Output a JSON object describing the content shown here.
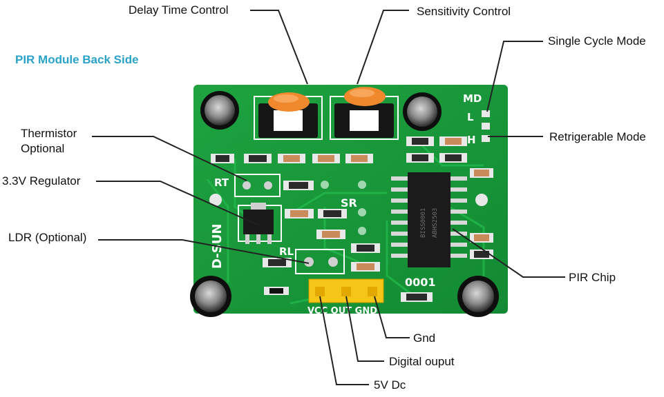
{
  "title": "PIR Module Back Side",
  "labels": {
    "delay": "Delay Time Control",
    "sensitivity": "Sensitivity Control",
    "single_cycle": "Single Cycle Mode",
    "retrigger": "Retrigerable Mode",
    "thermistor_line1": "Thermistor",
    "thermistor_line2": "Optional",
    "regulator": "3.3V Regulator",
    "ldr": "LDR (Optional)",
    "pir_chip": "PIR Chip",
    "gnd": "Gnd",
    "digital_output": "Digital ouput",
    "vdc": "5V Dc"
  },
  "board": {
    "brand": "D-SUN",
    "md": "MD",
    "l": "L",
    "h": "H",
    "rt": "RT",
    "sr": "SR",
    "rl": "RL",
    "pins": "VCC OUT GND",
    "code": "0001",
    "chip_text_1": "BISS0001",
    "chip_text_2": "ABHS2503"
  },
  "colors": {
    "pcb": "#1a9a3a",
    "pcb_dark": "#11702a",
    "pot": "#f0892e",
    "header": "#f5c518",
    "title": "#2aa3c9"
  }
}
